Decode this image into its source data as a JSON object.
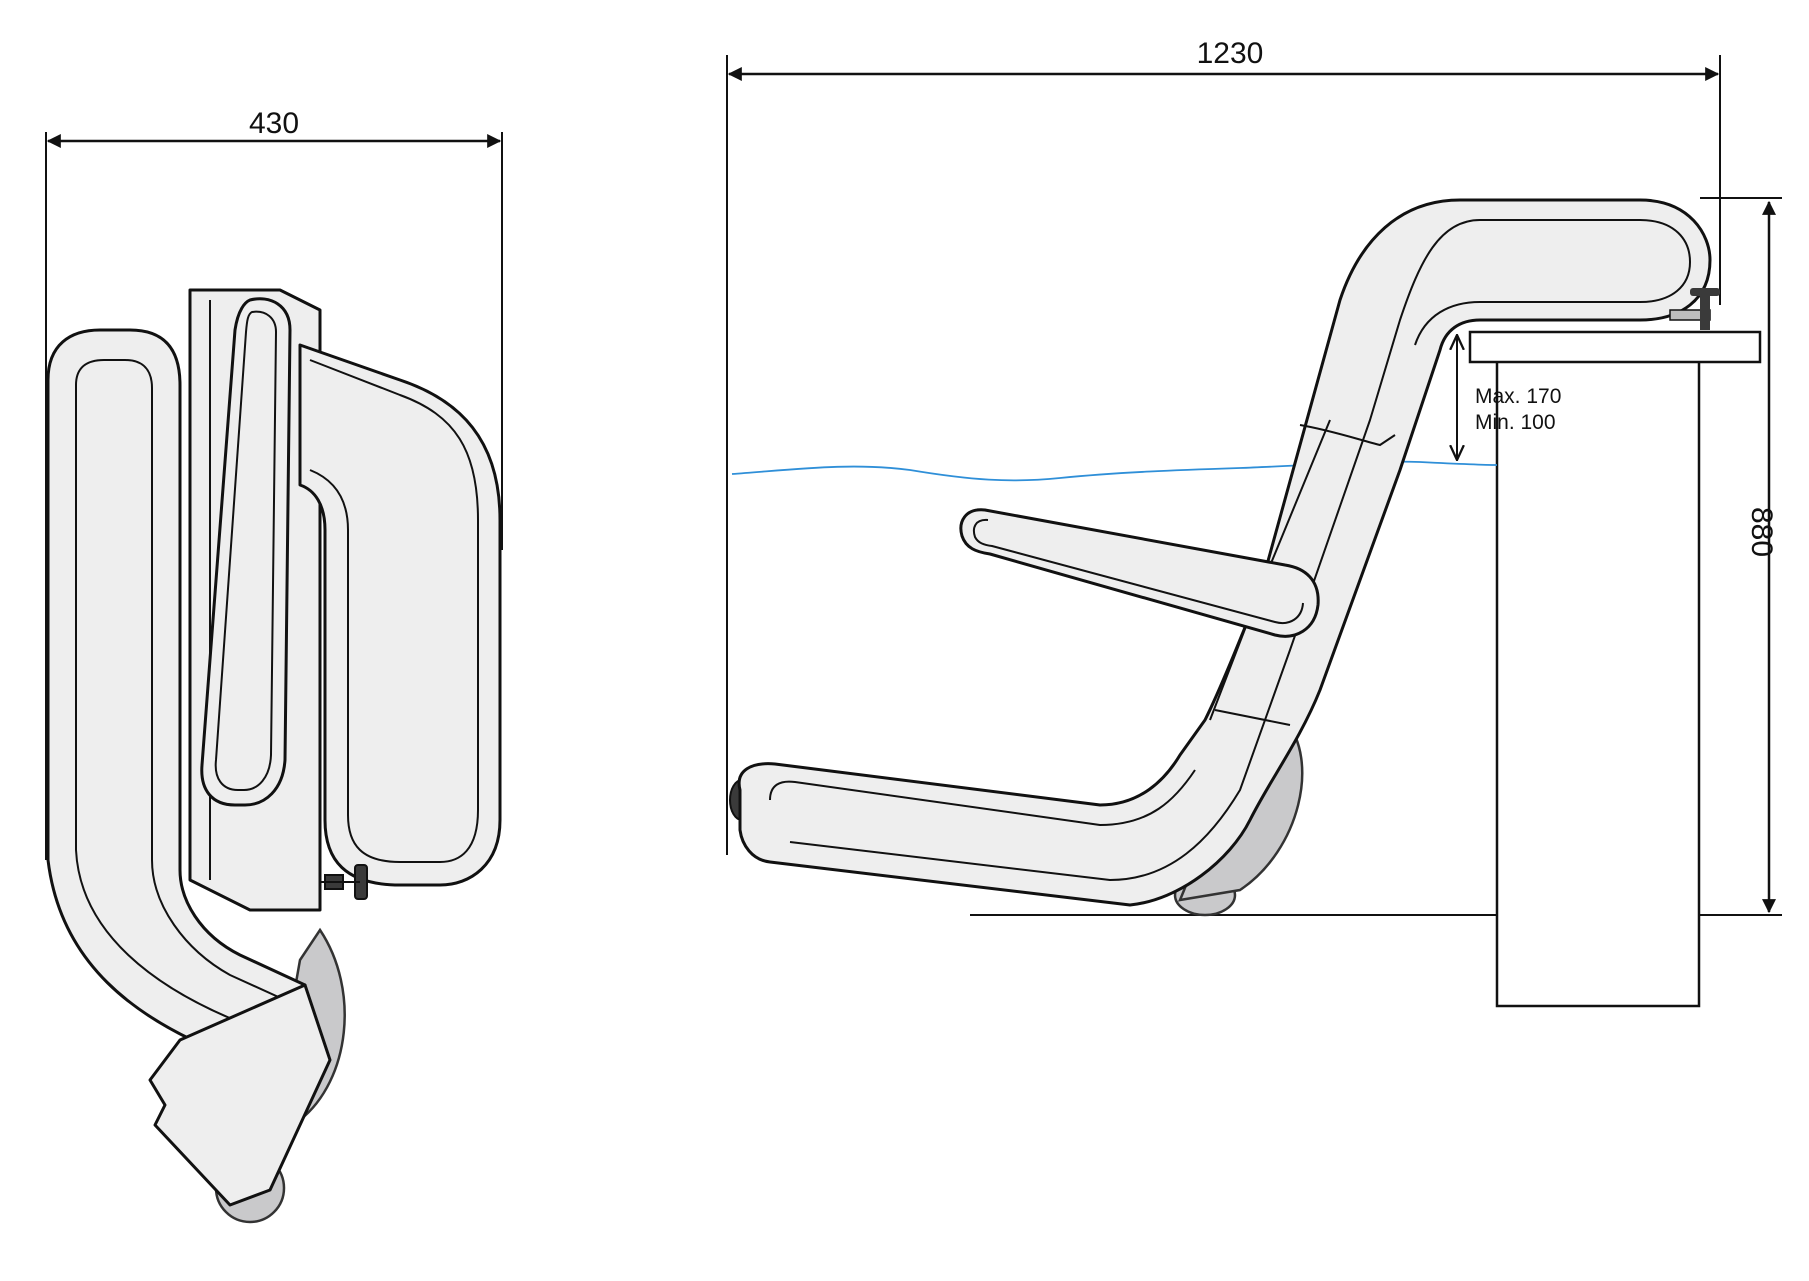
{
  "dimensions": {
    "folded_width": "430",
    "overall_length": "1230",
    "height": "880",
    "clamp_max": "Max. 170",
    "clamp_min": "Min.  100"
  },
  "colors": {
    "body_fill": "#eeeeee",
    "outline": "#111111",
    "wheel": "#c9c9cb",
    "water_line": "#2f8fd8"
  }
}
